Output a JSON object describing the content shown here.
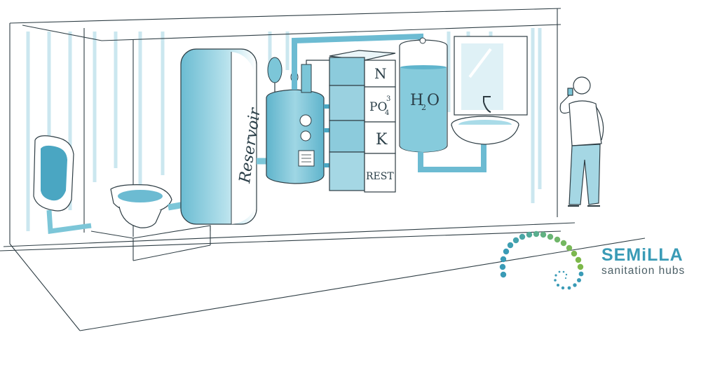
{
  "labels": {
    "reservoir": "Reservoir",
    "nitrogen": "N",
    "phosphate": "PO",
    "phosphate_sub": "4",
    "phosphate_sup": "3",
    "potassium": "K",
    "rest": "REST",
    "water": "H",
    "water_sub": "2",
    "water_o": "O"
  },
  "logo": {
    "name": "SEMiLLA",
    "tagline": "sanitation hubs"
  },
  "colors": {
    "water": "#7cc6d8",
    "water_dark": "#3f9fbb",
    "ink": "#2b3f48",
    "brand_blue": "#3a9bb6",
    "brand_green": "#7db84a"
  }
}
